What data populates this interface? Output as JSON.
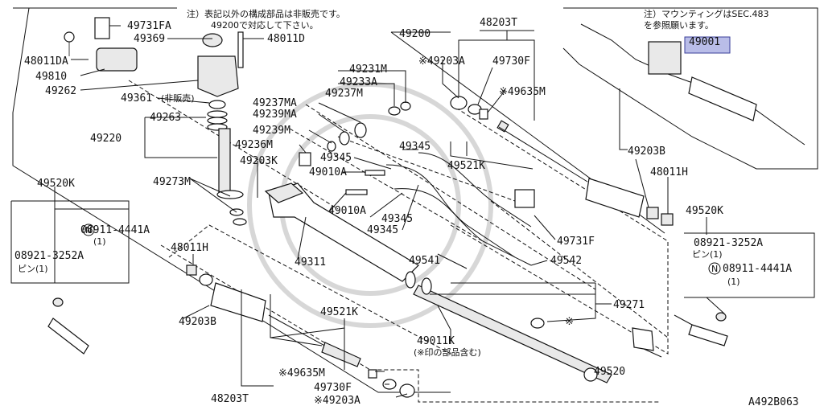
{
  "diagram_code": "A492B063",
  "notes": {
    "left": [
      "注）表記以外の構成部品は非販売です。",
      "49200で対応して下さい。"
    ],
    "right": [
      "注）マウンティングはSEC.483",
      "を参照願います。"
    ]
  },
  "highlighted_part": "49001",
  "parts": {
    "p49731FA": "49731FA",
    "p49369": "49369",
    "p49200": "49200",
    "p48011D": "48011D",
    "p48011DA": "48011DA",
    "p49810": "49810",
    "p49262": "49262",
    "p49361": "49361",
    "hihanbai": "(非販売)",
    "p49263": "49263",
    "p49220": "49220",
    "p49231M": "49231M",
    "p49233A": "49233A",
    "p49237MA": "49237MA",
    "p49237M": "49237M",
    "p49239MA": "49239MA",
    "p49239M": "49239M",
    "p49236M": "49236M",
    "p49345a": "49345",
    "p49345b": "49345",
    "p49345c": "49345",
    "p49345d": "49345",
    "p49203K": "49203K",
    "p49010Aa": "49010A",
    "p49010Ab": "49010A",
    "p49273M": "49273M",
    "p49311": "49311",
    "p48203Ta": "48203T",
    "p48203Tb": "48203T",
    "p49203Aa": "※49203A",
    "p49203Ab": "※49203A",
    "p49730Fa": "49730F",
    "p49730Fb": "49730F",
    "p49635Ma": "※49635M",
    "p49635Mb": "※49635M",
    "p49521Ka": "49521K",
    "p49521Kb": "49521K",
    "p49203Ba": "49203B",
    "p49203Bb": "49203B",
    "p48011Ha": "48011H",
    "p48011Hb": "48011H",
    "p49731F": "49731F",
    "p49541": "49541",
    "p49542": "49542",
    "p49271": "49271",
    "asterisk": "※",
    "p49011K": "49011K",
    "p49011K_note": "(※印の部品含む)",
    "p49520": "49520",
    "p49520Ka": "49520K",
    "p49520Kb": "49520K",
    "p08911a": "08911-4441A",
    "p08911b": "08911-4441A",
    "qty1a": "(1)",
    "qty1b": "(1)",
    "p08921a": "08921-3252A",
    "p08921b": "08921-3252A",
    "pin1a": "ピン(1)",
    "pin1b": "ピン(1)",
    "n_mark": "N"
  }
}
